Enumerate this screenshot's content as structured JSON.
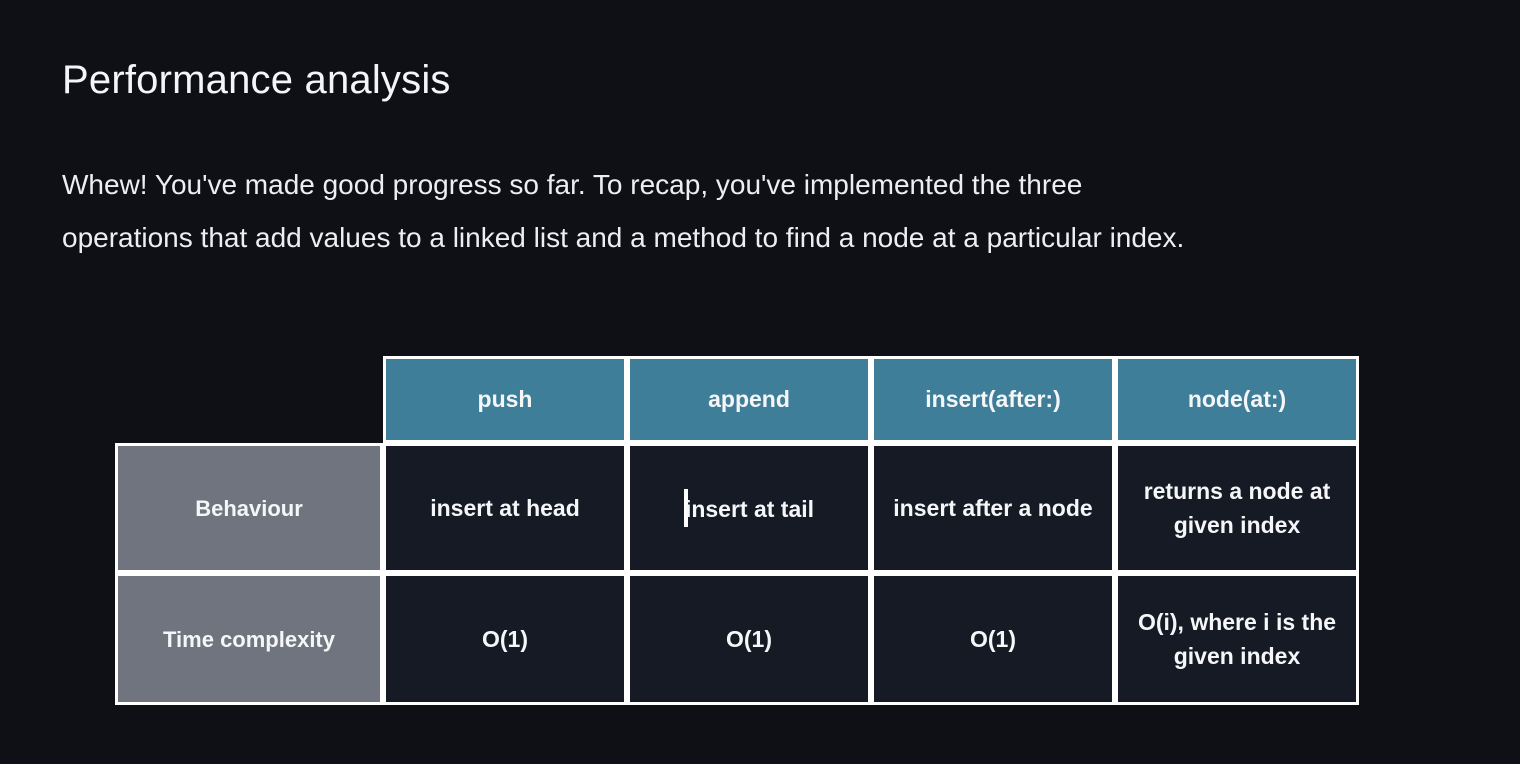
{
  "page": {
    "title": "Performance analysis",
    "paragraph_lines": [
      "Whew! You've made good progress so far. To recap, you've implemented the three",
      "operations that add values to a linked list and a method to find a node at a particular index."
    ]
  },
  "colors": {
    "page_bg": "#0e1015",
    "header_cell": "#3f7e98",
    "row_header_cell": "#6f747e",
    "data_cell": "#161a24",
    "border": "#ffffff",
    "text": "#eef0f2"
  },
  "table": {
    "column_headers": [
      "push",
      "append",
      "insert(after:)",
      "node(at:)"
    ],
    "rows": [
      {
        "header": "Behaviour",
        "cells": [
          "insert at head",
          "insert at tail",
          "insert after a node",
          "returns a node at given index"
        ]
      },
      {
        "header": "Time complexity",
        "cells": [
          "O(1)",
          "O(1)",
          "O(1)",
          "O(i), where i is the given index"
        ]
      }
    ],
    "editing_caret": {
      "row": 0,
      "col": 1,
      "position": "start"
    }
  }
}
